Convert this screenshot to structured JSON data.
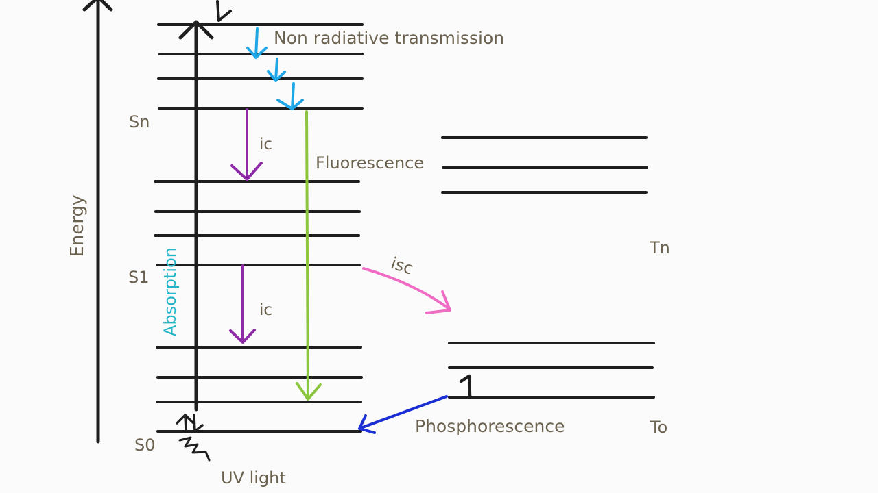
{
  "labels": {
    "energy": "Energy",
    "absorption": "Absorption",
    "non_radiative": "Non radiative transmission",
    "fluorescence": "Fluorescence",
    "phosphorescence": "Phosphorescence",
    "isc": "isc",
    "ic_upper": "ic",
    "ic_lower": "ic",
    "uv_light": "UV light"
  },
  "states": {
    "sn": "Sn",
    "s1": "S1",
    "s0": "S0",
    "tn": "Tn",
    "t0": "To"
  },
  "colors": {
    "levels": "#1e1e1e",
    "text": "#6b6250",
    "absorption_text": "#22b5c8",
    "non_radiative": "#1fa6e6",
    "internal_conversion": "#8e2aa8",
    "fluorescence": "#8cc63f",
    "isc": "#f06bc3",
    "phosphorescence": "#1c2fd4"
  }
}
